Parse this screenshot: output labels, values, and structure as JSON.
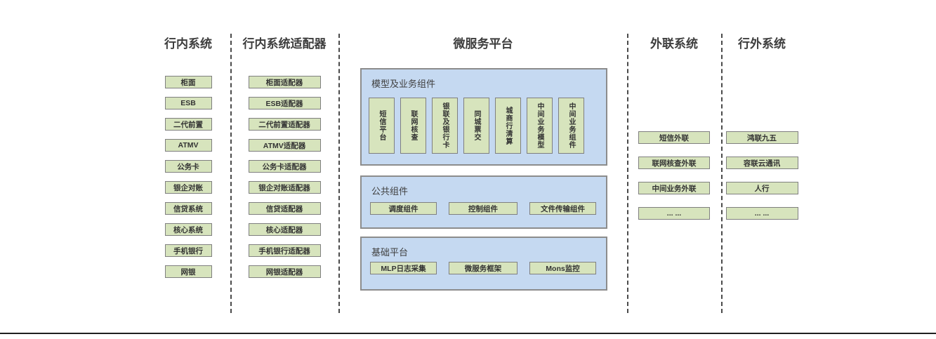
{
  "columns": {
    "internal": {
      "title": "行内系统",
      "items": [
        "柜面",
        "ESB",
        "二代前置",
        "ATMV",
        "公务卡",
        "银企对账",
        "信贷系统",
        "核心系统",
        "手机银行",
        "网银"
      ]
    },
    "adapters": {
      "title": "行内系统适配器",
      "items": [
        "柜面适配器",
        "ESB适配器",
        "二代前置适配器",
        "ATMV适配器",
        "公务卡适配器",
        "银企对账适配器",
        "信贷适配器",
        "核心适配器",
        "手机银行适配器",
        "网银适配器"
      ]
    },
    "platform": {
      "title": "微服务平台",
      "sections": [
        {
          "name": "模型及业务组件",
          "items": [
            "短信平台",
            "联网核查",
            "银联及银行卡",
            "同城票交",
            "城商行清算",
            "中间业务模型",
            "中间业务组件"
          ]
        },
        {
          "name": "公共组件",
          "items": [
            "调度组件",
            "控制组件",
            "文件传输组件"
          ]
        },
        {
          "name": "基础平台",
          "items": [
            "MLP日志采集",
            "微服务框架",
            "Mons监控"
          ]
        }
      ]
    },
    "outbound": {
      "title": "外联系统",
      "items": [
        "短信外联",
        "联网核查外联",
        "中间业务外联",
        "... ..."
      ]
    },
    "external": {
      "title": "行外系统",
      "items": [
        "鸿联九五",
        "容联云通讯",
        "人行",
        "... ..."
      ]
    }
  },
  "colors": {
    "box_fill": "#d7e4bd",
    "box_border": "#7f7f7f",
    "panel_fill": "#c5d9f1",
    "panel_border": "#8c8c8c",
    "divider": "#4a4a4a",
    "footer_rule": "#1f1f1f"
  }
}
